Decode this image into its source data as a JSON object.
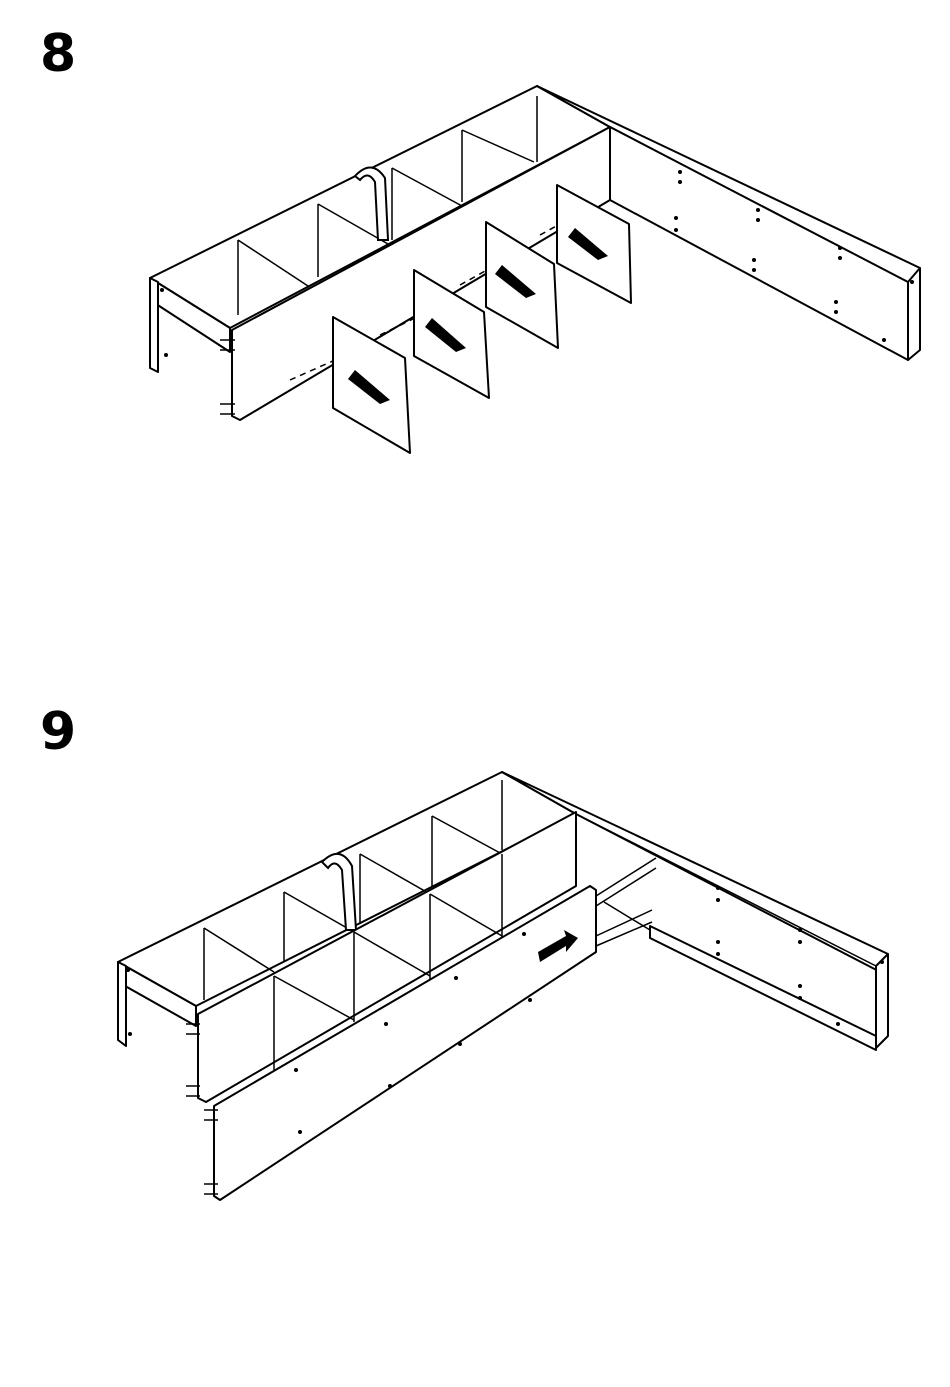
{
  "steps": [
    {
      "number": "8",
      "icon": "assembly-figure-insert-dividers"
    },
    {
      "number": "9",
      "icon": "assembly-figure-attach-panel"
    }
  ]
}
